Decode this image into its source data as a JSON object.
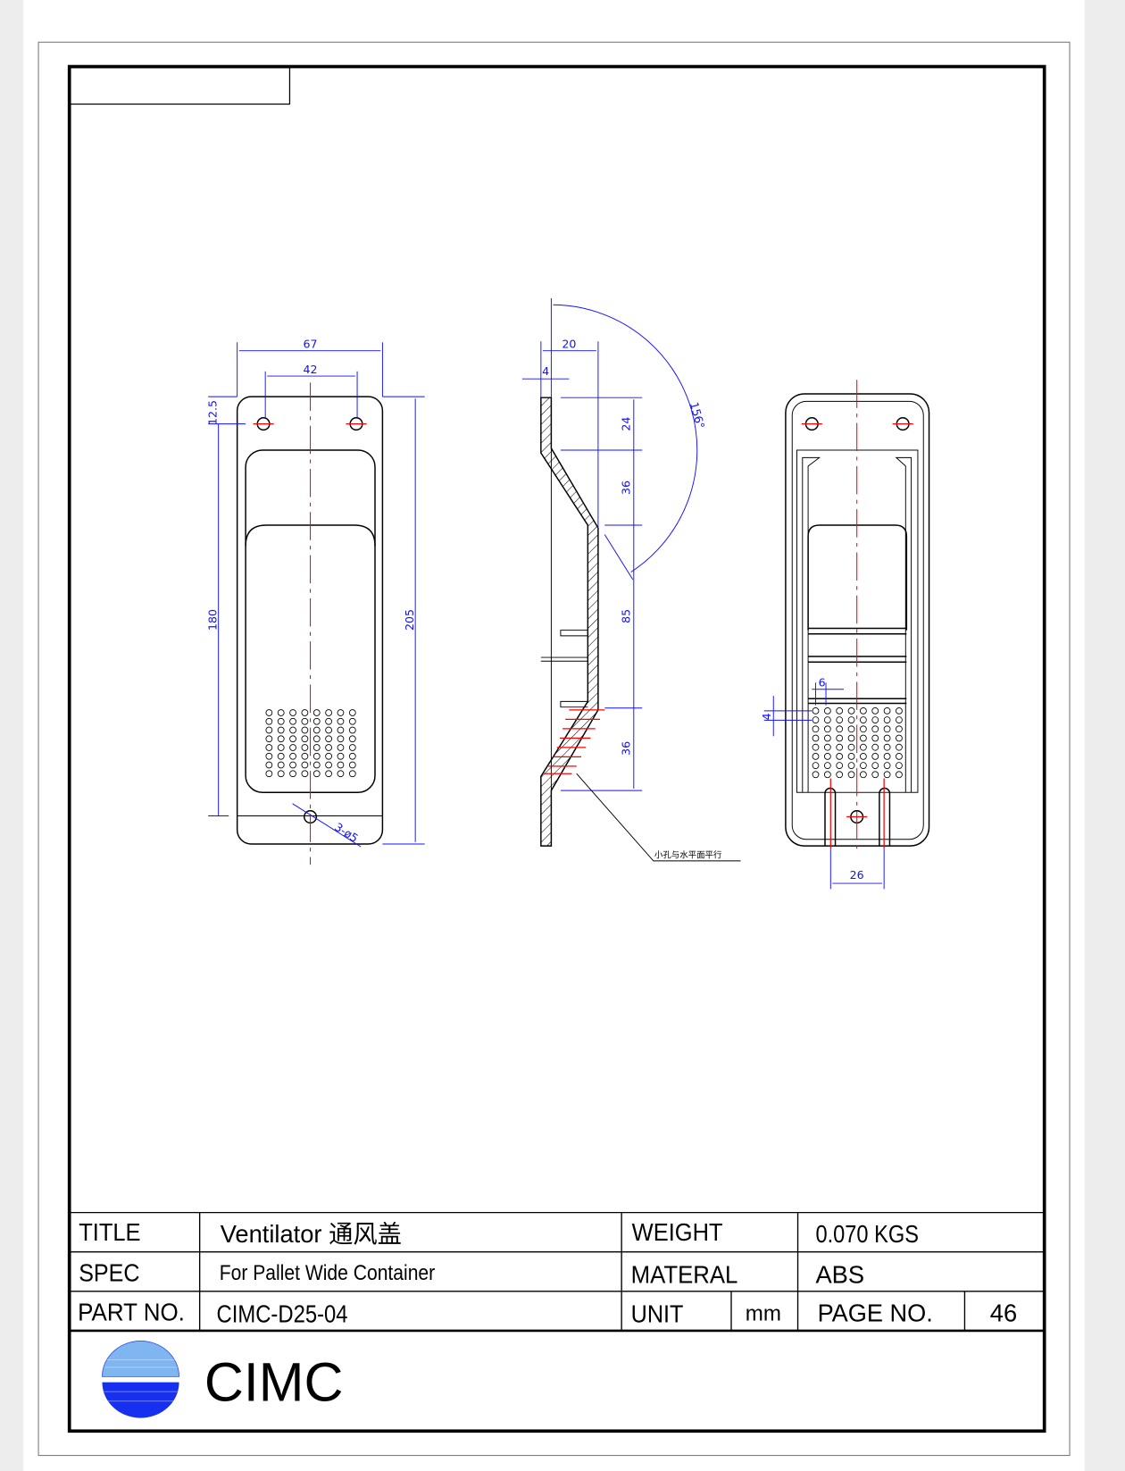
{
  "drawing": {
    "front_view": {
      "dims": {
        "overall_width": "67",
        "hole_spacing": "42",
        "hole_offset": "12.5",
        "hole_pitch": "180",
        "overall_length": "205",
        "hole_callout": "3-ø5"
      }
    },
    "side_view": {
      "dims": {
        "depth": "20",
        "thickness": "4",
        "seg1": "24",
        "seg2": "36",
        "seg3": "85",
        "seg4": "36",
        "angle": "156°"
      },
      "note": "小孔与水平面平行"
    },
    "rear_view": {
      "dims": {
        "slot_spacing": "26",
        "rib_width": "6",
        "rib_height": "4"
      }
    }
  },
  "title_block": {
    "title_label": "TITLE",
    "title_value": "Ventilator  通风盖",
    "spec_label": "SPEC",
    "spec_value": "For Pallet Wide Container",
    "part_label": "PART NO.",
    "part_value": "CIMC-D25-04",
    "weight_label": "WEIGHT",
    "weight_value": "0.070 KGS",
    "material_label": "MATERAL",
    "material_value": "ABS",
    "unit_label": "UNIT",
    "unit_value": "mm",
    "page_label": "PAGE  NO.",
    "page_value": "46"
  },
  "logo": {
    "text": "CIMC",
    "colors": {
      "top": "#7fb6f2",
      "bottom": "#1730f0"
    }
  }
}
